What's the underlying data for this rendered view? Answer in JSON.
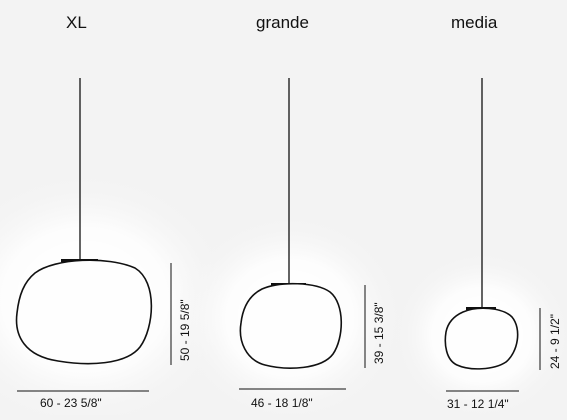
{
  "lamps": [
    {
      "name": "XL",
      "width_label": "60 - 23 5/8\"",
      "height_label": "50 - 19 5/8\""
    },
    {
      "name": "grande",
      "width_label": "46 - 18 1/8\"",
      "height_label": "39 - 15 3/8\""
    },
    {
      "name": "media",
      "width_label": "31 - 12 1/4\"",
      "height_label": "24 - 9 1/2\""
    }
  ]
}
